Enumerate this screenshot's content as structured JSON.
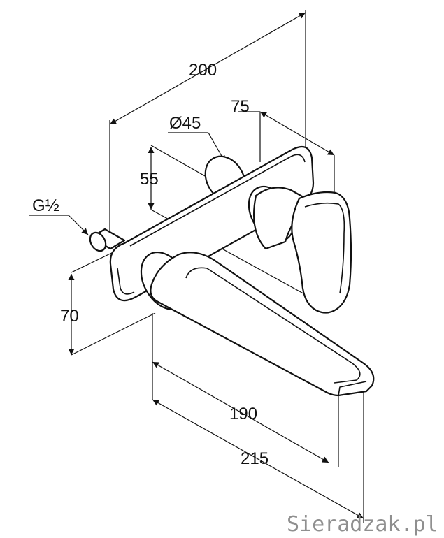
{
  "dimensions": {
    "overall_depth": "200",
    "handle_offset": "75",
    "rosette_diameter": "Ø45",
    "vertical_spacing": "55",
    "thread_size": "G½",
    "base_height": "70",
    "spout_projection": "190",
    "overall_projection": "215"
  },
  "watermark": "Sieradzak.pl",
  "colors": {
    "line": "#111111",
    "watermark": "#8f8f8f",
    "background": "#ffffff"
  }
}
